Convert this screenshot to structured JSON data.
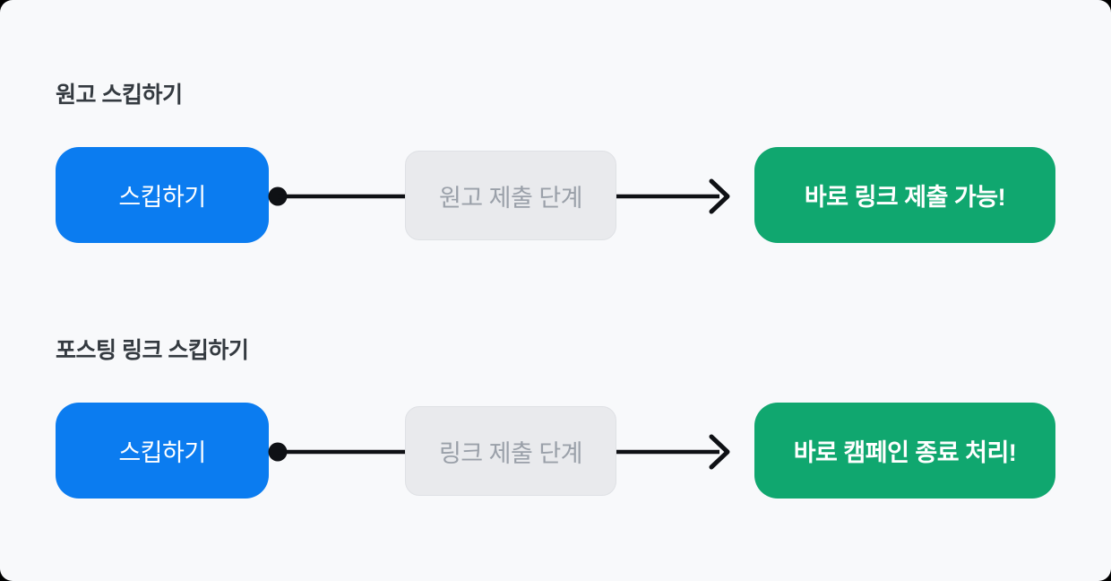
{
  "colors": {
    "card_bg": "#f8f9fb",
    "blue": "#0b7cf0",
    "green": "#10a76f",
    "gray_box_bg": "#e9eaed",
    "gray_box_border": "#dfe1e5",
    "gray_text": "#9aa0a9",
    "heading": "#343a40",
    "arrow": "#0f1115"
  },
  "rows": [
    {
      "heading": "원고 스킵하기",
      "skip_button": "스킵하기",
      "skipped_step": "원고 제출 단계",
      "result": "바로 링크 제출 가능!"
    },
    {
      "heading": "포스팅 링크 스킵하기",
      "skip_button": "스킵하기",
      "skipped_step": "링크 제출 단계",
      "result": "바로 캠페인 종료 처리!"
    }
  ]
}
